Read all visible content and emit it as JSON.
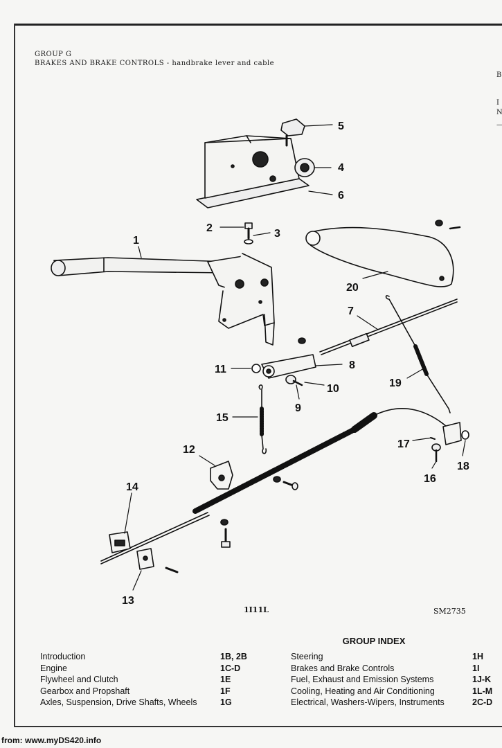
{
  "header": {
    "group": "GROUP G",
    "title": "BRAKES AND BRAKE CONTROLS - handbrake lever and cable"
  },
  "right_edge_fragments": [
    "B",
    "I",
    "N",
    "—"
  ],
  "diagram": {
    "callouts": [
      "1",
      "2",
      "3",
      "4",
      "5",
      "6",
      "7",
      "8",
      "9",
      "10",
      "11",
      "12",
      "13",
      "14",
      "15",
      "16",
      "17",
      "18",
      "19",
      "20"
    ],
    "drawing_mark": "1I11L",
    "drawing_number": "SM2735"
  },
  "group_index": {
    "title": "GROUP INDEX",
    "left": [
      {
        "label": "Introduction",
        "code": "1B, 2B"
      },
      {
        "label": "Engine",
        "code": "1C-D"
      },
      {
        "label": "Flywheel and Clutch",
        "code": "1E"
      },
      {
        "label": "Gearbox and Propshaft",
        "code": "1F"
      },
      {
        "label": "Axles, Suspension, Drive Shafts, Wheels",
        "code": "1G"
      }
    ],
    "right": [
      {
        "label": "Steering",
        "code": "1H"
      },
      {
        "label": "Brakes and Brake Controls",
        "code": "1I"
      },
      {
        "label": "Fuel, Exhaust and Emission Systems",
        "code": "1J-K"
      },
      {
        "label": "Cooling, Heating and Air Conditioning",
        "code": "1L-M"
      },
      {
        "label": "Electrical, Washers-Wipers, Instruments",
        "code": "2C-D"
      }
    ]
  },
  "footer": {
    "source": "from: www.myDS420.info"
  }
}
